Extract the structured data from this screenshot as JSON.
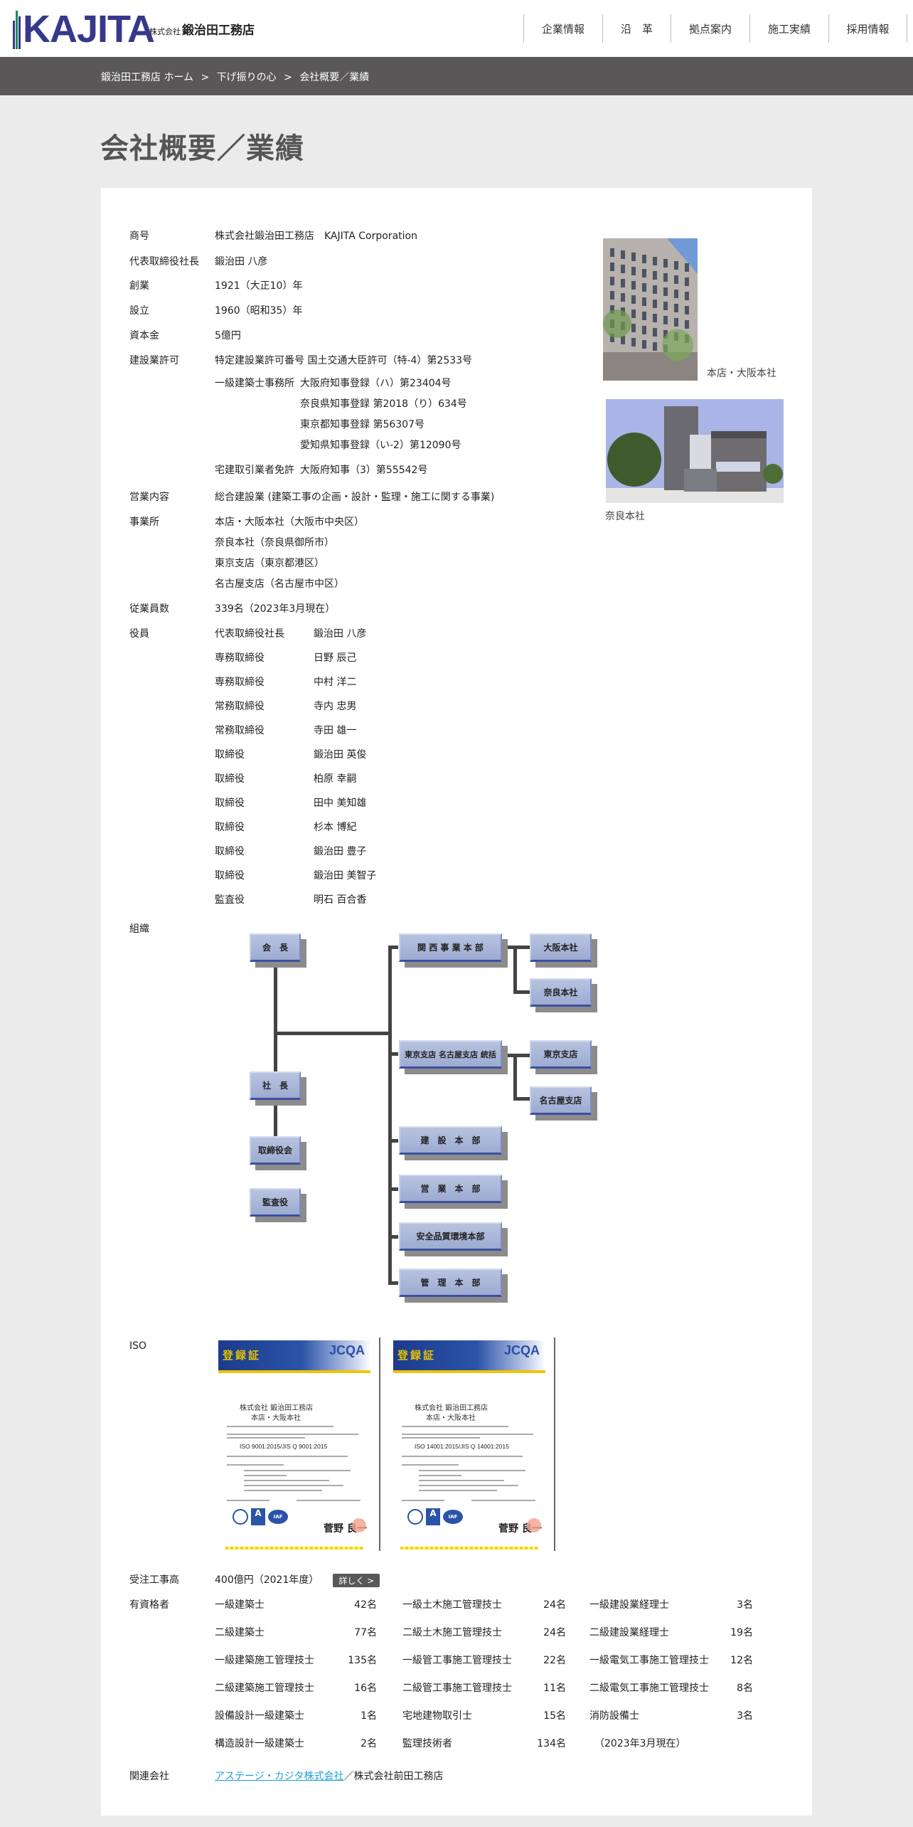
{
  "header": {
    "logo_text": "KAJITA",
    "company_prefix": "株式会社",
    "company_name": "鍛治田工務店",
    "nav": [
      "企業情報",
      "沿　革",
      "拠点案内",
      "施工実績",
      "採用情報"
    ]
  },
  "breadcrumb": {
    "items": [
      "鍛治田工務店 ホーム",
      "下げ振りの心",
      "会社概要／業績"
    ],
    "separator": ">"
  },
  "page_title": "会社概要／業績",
  "profile": {
    "trade_name": {
      "label": "商号",
      "value": "株式会社鍛治田工務店　KAJITA Corporation"
    },
    "president": {
      "label": "代表取締役社長",
      "value": "鍛治田 八彦"
    },
    "founded": {
      "label": "創業",
      "value": "1921（大正10）年"
    },
    "established": {
      "label": "設立",
      "value": "1960（昭和35）年"
    },
    "capital": {
      "label": "資本金",
      "value": "5億円"
    },
    "license": {
      "label": "建設業許可",
      "line1": "特定建設業許可番号 国土交通大臣許可（特-4）第2533号",
      "arch_office_label": "一級建築士事務所",
      "arch_office": [
        "大阪府知事登録（ハ）第23404号",
        "奈良県知事登録 第2018（り）634号",
        "東京都知事登録 第56307号",
        "愛知県知事登録（い-2）第12090号"
      ],
      "realestate_label": "宅建取引業者免許",
      "realestate": "大阪府知事（3）第55542号"
    },
    "business": {
      "label": "営業内容",
      "value": "総合建設業 (建築工事の企画・設計・監理・施工に関する事業)"
    },
    "offices": {
      "label": "事業所",
      "items": [
        "本店・大阪本社（大阪市中央区）",
        "奈良本社（奈良県御所市）",
        "東京支店（東京都港区）",
        "名古屋支店（名古屋市中区）"
      ]
    },
    "employees": {
      "label": "従業員数",
      "value": "339名（2023年3月現在）"
    },
    "officers": {
      "label": "役員",
      "items": [
        {
          "title": "代表取締役社長",
          "name": "鍛治田 八彦"
        },
        {
          "title": "専務取締役",
          "name": "日野 辰己"
        },
        {
          "title": "専務取締役",
          "name": "中村 洋二"
        },
        {
          "title": "常務取締役",
          "name": "寺内 忠男"
        },
        {
          "title": "常務取締役",
          "name": "寺田 雄一"
        },
        {
          "title": "取締役",
          "name": "鍛治田 英俊"
        },
        {
          "title": "取締役",
          "name": "柏原 幸嗣"
        },
        {
          "title": "取締役",
          "name": "田中 美知雄"
        },
        {
          "title": "取締役",
          "name": "杉本 博紀"
        },
        {
          "title": "取締役",
          "name": "鍛治田 豊子"
        },
        {
          "title": "取締役",
          "name": "鍛治田 美智子"
        },
        {
          "title": "監査役",
          "name": "明石 百合香"
        }
      ]
    }
  },
  "photos": {
    "osaka_caption": "本店・大阪本社",
    "nara_caption": "奈良本社"
  },
  "org": {
    "label": "組織",
    "left": [
      "会　長",
      "社　長",
      "取締役会",
      "監査役"
    ],
    "divisions": [
      "関 西 事 業 本 部",
      "東京支店 名古屋支店 統括",
      "建　設　本　部",
      "営　業　本　部",
      "安全品質環境本部",
      "管　理　本　部"
    ],
    "kansai_branches": [
      "大阪本社",
      "奈良本社"
    ],
    "east_branches": [
      "東京支店",
      "名古屋支店"
    ]
  },
  "iso": {
    "label": "ISO",
    "certs": [
      {
        "title": "登録証",
        "body": "JCQA",
        "company": "株式会社 鍛治田工務店",
        "site": "本店・大阪本社",
        "standard": "ISO 9001:2015/JIS Q 9001:2015",
        "signature": "菅野 良一"
      },
      {
        "title": "登録証",
        "body": "JCQA",
        "company": "株式会社 鍛治田工務店",
        "site": "本店・大阪本社",
        "standard": "ISO 14001:2015/JIS Q 14001:2015",
        "signature": "菅野 良一"
      }
    ]
  },
  "orders": {
    "label": "受注工事高",
    "value": "400億円（2021年度）",
    "button": "詳しく >"
  },
  "qualified": {
    "label": "有資格者",
    "col1": [
      {
        "name": "一級建築士",
        "count": "42名"
      },
      {
        "name": "二級建築士",
        "count": "77名"
      },
      {
        "name": "一級建築施工管理技士",
        "count": "135名"
      },
      {
        "name": "二級建築施工管理技士",
        "count": "16名"
      },
      {
        "name": "設備設計一級建築士",
        "count": "1名"
      },
      {
        "name": "構造設計一級建築士",
        "count": "2名"
      }
    ],
    "col2": [
      {
        "name": "一級土木施工管理技士",
        "count": "24名"
      },
      {
        "name": "二級土木施工管理技士",
        "count": "24名"
      },
      {
        "name": "一級管工事施工管理技士",
        "count": "22名"
      },
      {
        "name": "二級管工事施工管理技士",
        "count": "11名"
      },
      {
        "name": "宅地建物取引士",
        "count": "15名"
      },
      {
        "name": "監理技術者",
        "count": "134名"
      }
    ],
    "col3": [
      {
        "name": "一級建設業経理士",
        "count": "3名"
      },
      {
        "name": "二級建設業経理士",
        "count": "19名"
      },
      {
        "name": "一級電気工事施工管理技士",
        "count": "12名"
      },
      {
        "name": "二級電気工事施工管理技士",
        "count": "8名"
      },
      {
        "name": "消防設備士",
        "count": "3名"
      }
    ],
    "as_of": "（2023年3月現在）"
  },
  "affiliates": {
    "label": "関連会社",
    "link": "アステージ・カジタ株式会社",
    "rest": "／株式会社前田工務店"
  },
  "colors": {
    "brand": "#36398a",
    "crumbbar": "#595758",
    "link": "#1ea0d5",
    "org_box": "#a8b5da"
  }
}
